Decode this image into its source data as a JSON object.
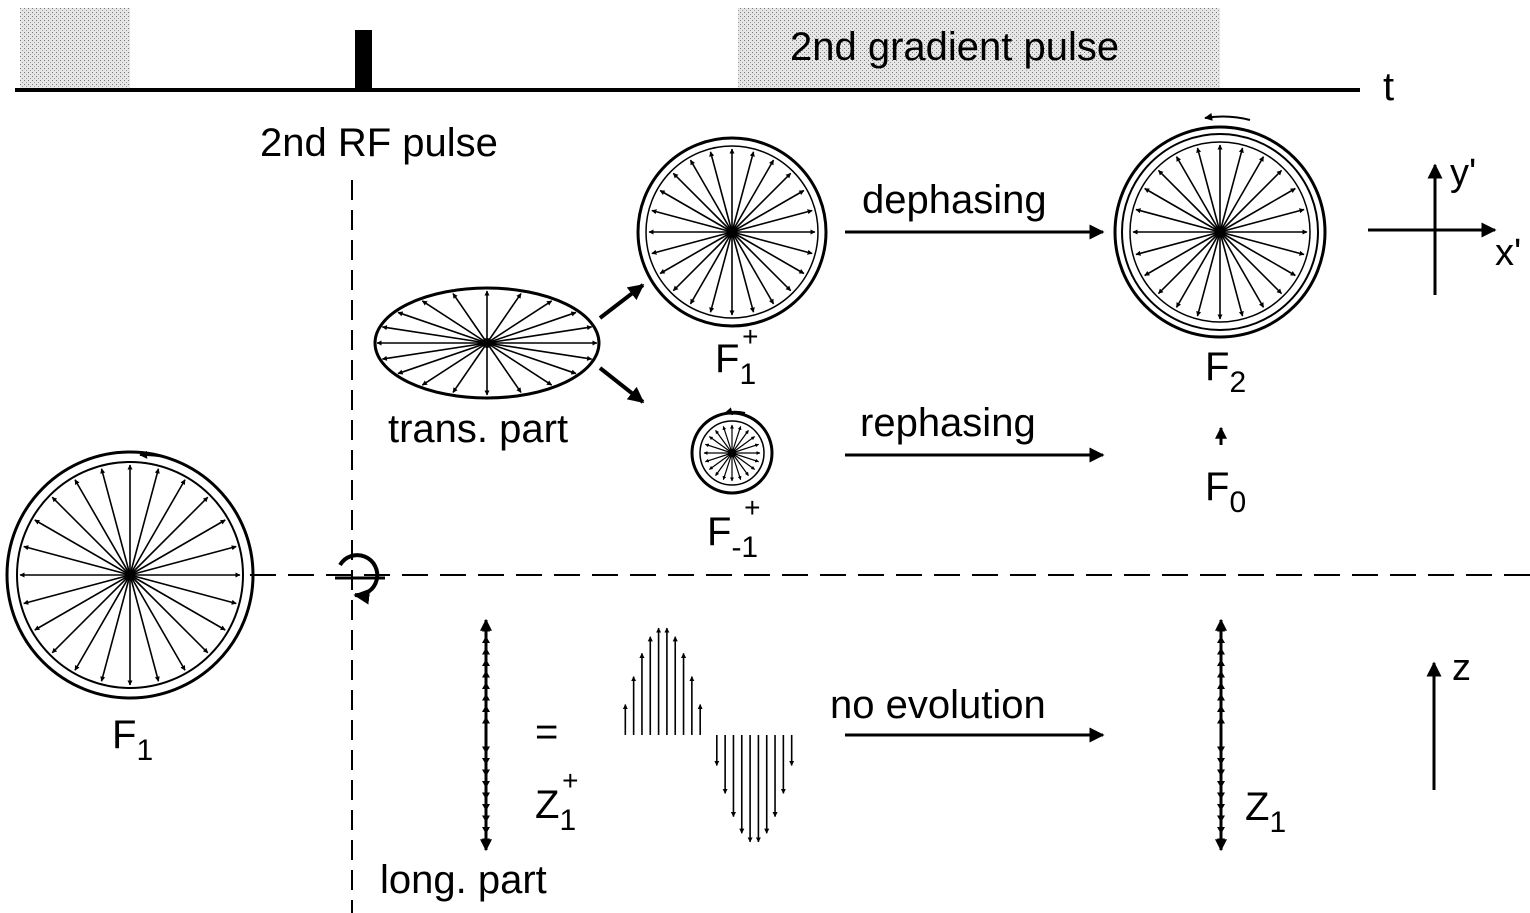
{
  "timeline": {
    "time_axis_label": "t",
    "rf_pulse_label": "2nd RF pulse",
    "gradient_pulse_label": "2nd gradient pulse"
  },
  "labels": {
    "trans_part": "trans. part",
    "long_part": "long. part",
    "dephasing": "dephasing",
    "rephasing": "rephasing",
    "no_evolution": "no evolution",
    "equals": "="
  },
  "states": {
    "F1": {
      "base": "F",
      "sub": "1",
      "sup": ""
    },
    "F1_plus": {
      "base": "F",
      "sub": "1",
      "sup": "+"
    },
    "F_minus1_plus": {
      "base": "F",
      "sub": "-1",
      "sup": "+"
    },
    "F2": {
      "base": "F",
      "sub": "2",
      "sup": ""
    },
    "F0": {
      "base": "F",
      "sub": "0",
      "sup": ""
    },
    "Z1_plus": {
      "base": "Z",
      "sub": "1",
      "sup": "+"
    },
    "Z1": {
      "base": "Z",
      "sub": "1",
      "sup": ""
    }
  },
  "axes": {
    "transverse": {
      "x": "x'",
      "y": "y'"
    },
    "longitudinal": {
      "z": "z"
    }
  },
  "colors": {
    "ink": "#000000",
    "pulse_fill": "#d9d9d9",
    "background": "#ffffff"
  }
}
